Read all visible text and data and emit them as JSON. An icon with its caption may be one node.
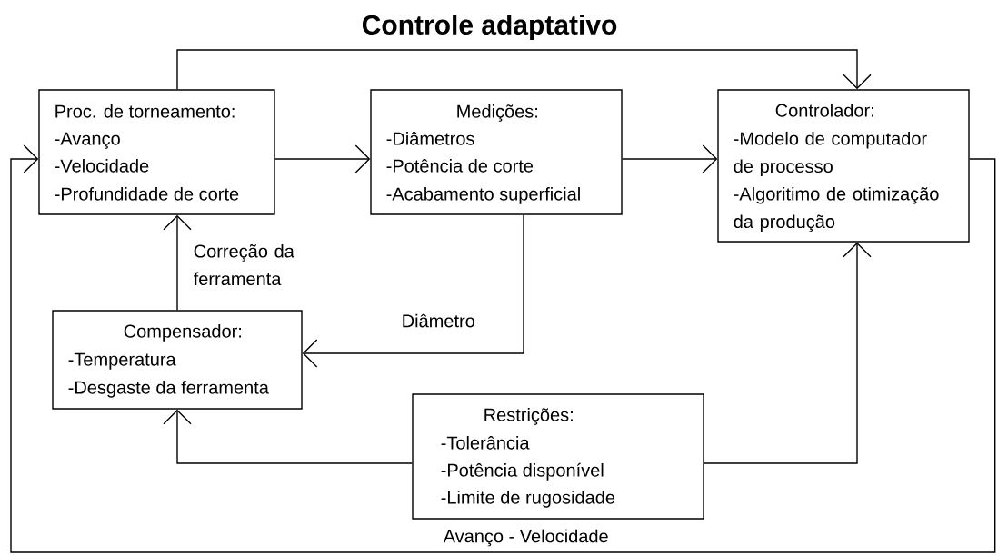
{
  "diagram": {
    "title": "Controle adaptativo",
    "nodes": [
      {
        "text": [
          "Proc. de torneamento:",
          "-Avanço",
          "-Velocidade",
          "-Profundidade de corte"
        ]
      },
      {
        "text": [
          "Medições:",
          "-Diâmetros",
          "-Potência de corte",
          "-Acabamento superficial"
        ]
      },
      {
        "text": [
          "Controlador:",
          "-Modelo de computador de processo",
          "-Algoritimo de otimização da produção"
        ]
      },
      {
        "text": [
          "Compensador:",
          "-Temperatura",
          "-Desgaste da ferramenta"
        ]
      },
      {
        "text": [
          "Restrições:",
          "-Tolerância",
          "-Potência disponível",
          "-Limite de rugosidade"
        ]
      }
    ],
    "edges": [
      {
        "from": 0,
        "to": 2,
        "arrow": "to"
      },
      {
        "from": 0,
        "to": 1,
        "arrow": "to"
      },
      {
        "from": 1,
        "to": 2,
        "arrow": "to"
      },
      {
        "from": 2,
        "to": 0,
        "arrow": "to"
      },
      {
        "from": 1,
        "to": 3,
        "arrow": "to",
        "label": "Diâmetro"
      },
      {
        "from": 3,
        "to": 0,
        "arrow": "to",
        "label": "Correção da ferramenta"
      },
      {
        "from": 4,
        "to": 3,
        "arrow": "to"
      },
      {
        "from": 4,
        "to": 2,
        "arrow": "to"
      }
    ],
    "labels": [
      "Avanço - Velocidade"
    ]
  }
}
